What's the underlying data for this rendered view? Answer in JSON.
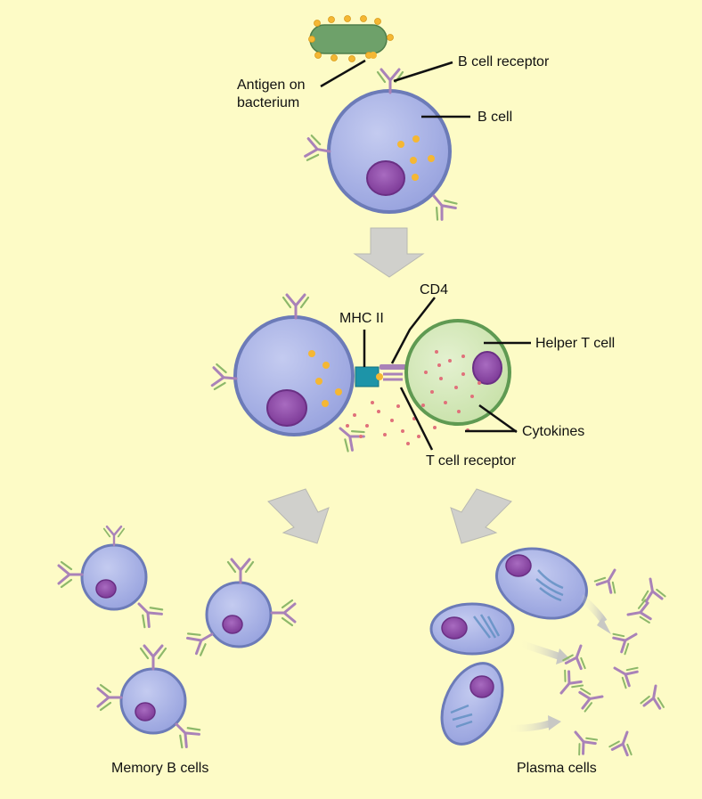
{
  "labels": {
    "antigen_on_bacterium_line1": "Antigen on",
    "antigen_on_bacterium_line2": "bacterium",
    "b_cell_receptor": "B cell receptor",
    "b_cell": "B cell",
    "cd4": "CD4",
    "mhc_ii": "MHC II",
    "helper_t_cell": "Helper T cell",
    "cytokines": "Cytokines",
    "t_cell_receptor": "T cell receptor",
    "memory_b_cells": "Memory B cells",
    "plasma_cells": "Plasma cells"
  },
  "colors": {
    "background": "#fdfbc6",
    "b_cell_fill": "#a9b3e6",
    "b_cell_outline": "#6c7bb8",
    "nucleus": "#8d4ba6",
    "helper_t_fill": "#d3e9b8",
    "helper_t_outline": "#5f9a52",
    "antigen": "#f5b733",
    "bacterium": "#6ea16a",
    "cytokine": "#e0707a",
    "mhc_ii": "#1d94a8",
    "arrow": "#d0d0cc",
    "receptor_heavy": "#a982b8",
    "receptor_light": "#8db86a"
  },
  "icons": [
    "bacterium-icon",
    "b-cell-icon",
    "helper-t-cell-icon",
    "memory-b-cell-icon",
    "plasma-cell-icon",
    "antibody-icon",
    "arrow-icon"
  ]
}
